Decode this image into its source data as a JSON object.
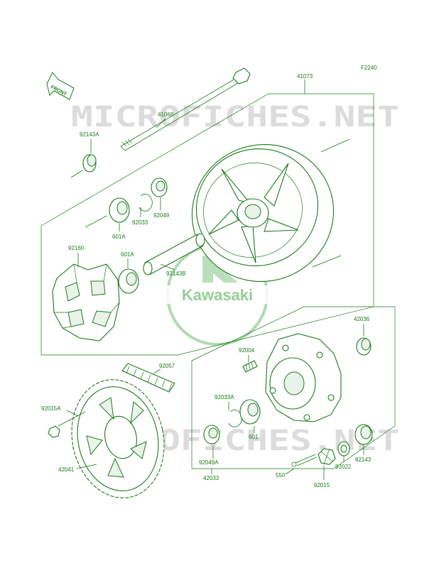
{
  "figure_code": "F2240",
  "front_label": "FRONT",
  "watermark": {
    "text": "MICROFICHES.NET",
    "color": "#d8d8d8"
  },
  "logo": {
    "text": "Kawasaki",
    "color": "#9ccf9c"
  },
  "colors": {
    "line": "#1a7a1a",
    "fill": "#e9f3e9"
  },
  "parts": {
    "p41068": "41068",
    "p41073": "41073",
    "p92143A": "92143A",
    "p92160": "92160",
    "p601A_top": "601A",
    "p92033": "92033",
    "p92049": "92049",
    "p601A_mid": "601A",
    "p92143B": "92143B",
    "p42036": "42036",
    "p92004": "92004",
    "p92057": "92057",
    "p92033A": "92033A",
    "p601": "601",
    "p92015A": "92015A",
    "p92049A": "92049A",
    "p42041": "42041",
    "p42033": "42033",
    "p550": "550",
    "p92015": "92015",
    "p92022": "92022",
    "p92143": "92143"
  }
}
